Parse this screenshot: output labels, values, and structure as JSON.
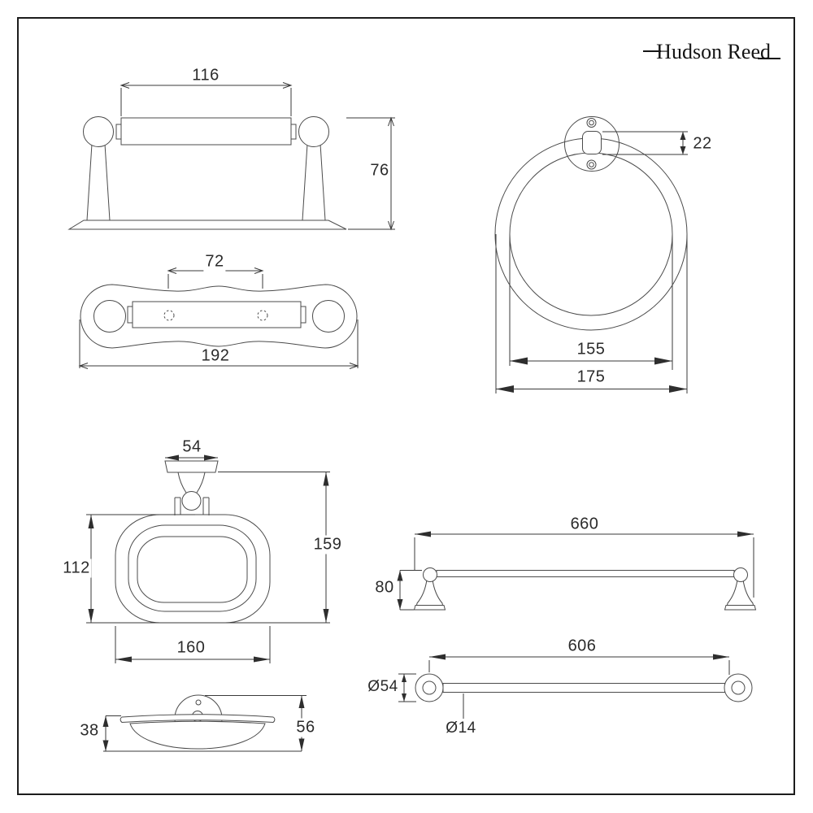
{
  "brand": {
    "name": "Hudson Reed"
  },
  "dimensions": {
    "roll_holder_front": {
      "roller_width": "116",
      "height": "76"
    },
    "roll_holder_top": {
      "screw_spacing": "72",
      "overall_width": "192"
    },
    "towel_ring": {
      "bracket_depth": "22",
      "inner_diameter": "155",
      "outer_diameter": "175"
    },
    "soap_dish_front": {
      "bracket_width": "54",
      "overall_height": "159",
      "dish_height": "112",
      "dish_width": "160"
    },
    "soap_dish_side": {
      "bowl_depth": "38",
      "overall_depth": "56"
    },
    "towel_bar_front": {
      "overall_length": "660",
      "post_height": "80"
    },
    "towel_bar_top": {
      "fixing_centres": "606",
      "flange_diameter": "Ø54",
      "bar_diameter": "Ø14"
    }
  }
}
